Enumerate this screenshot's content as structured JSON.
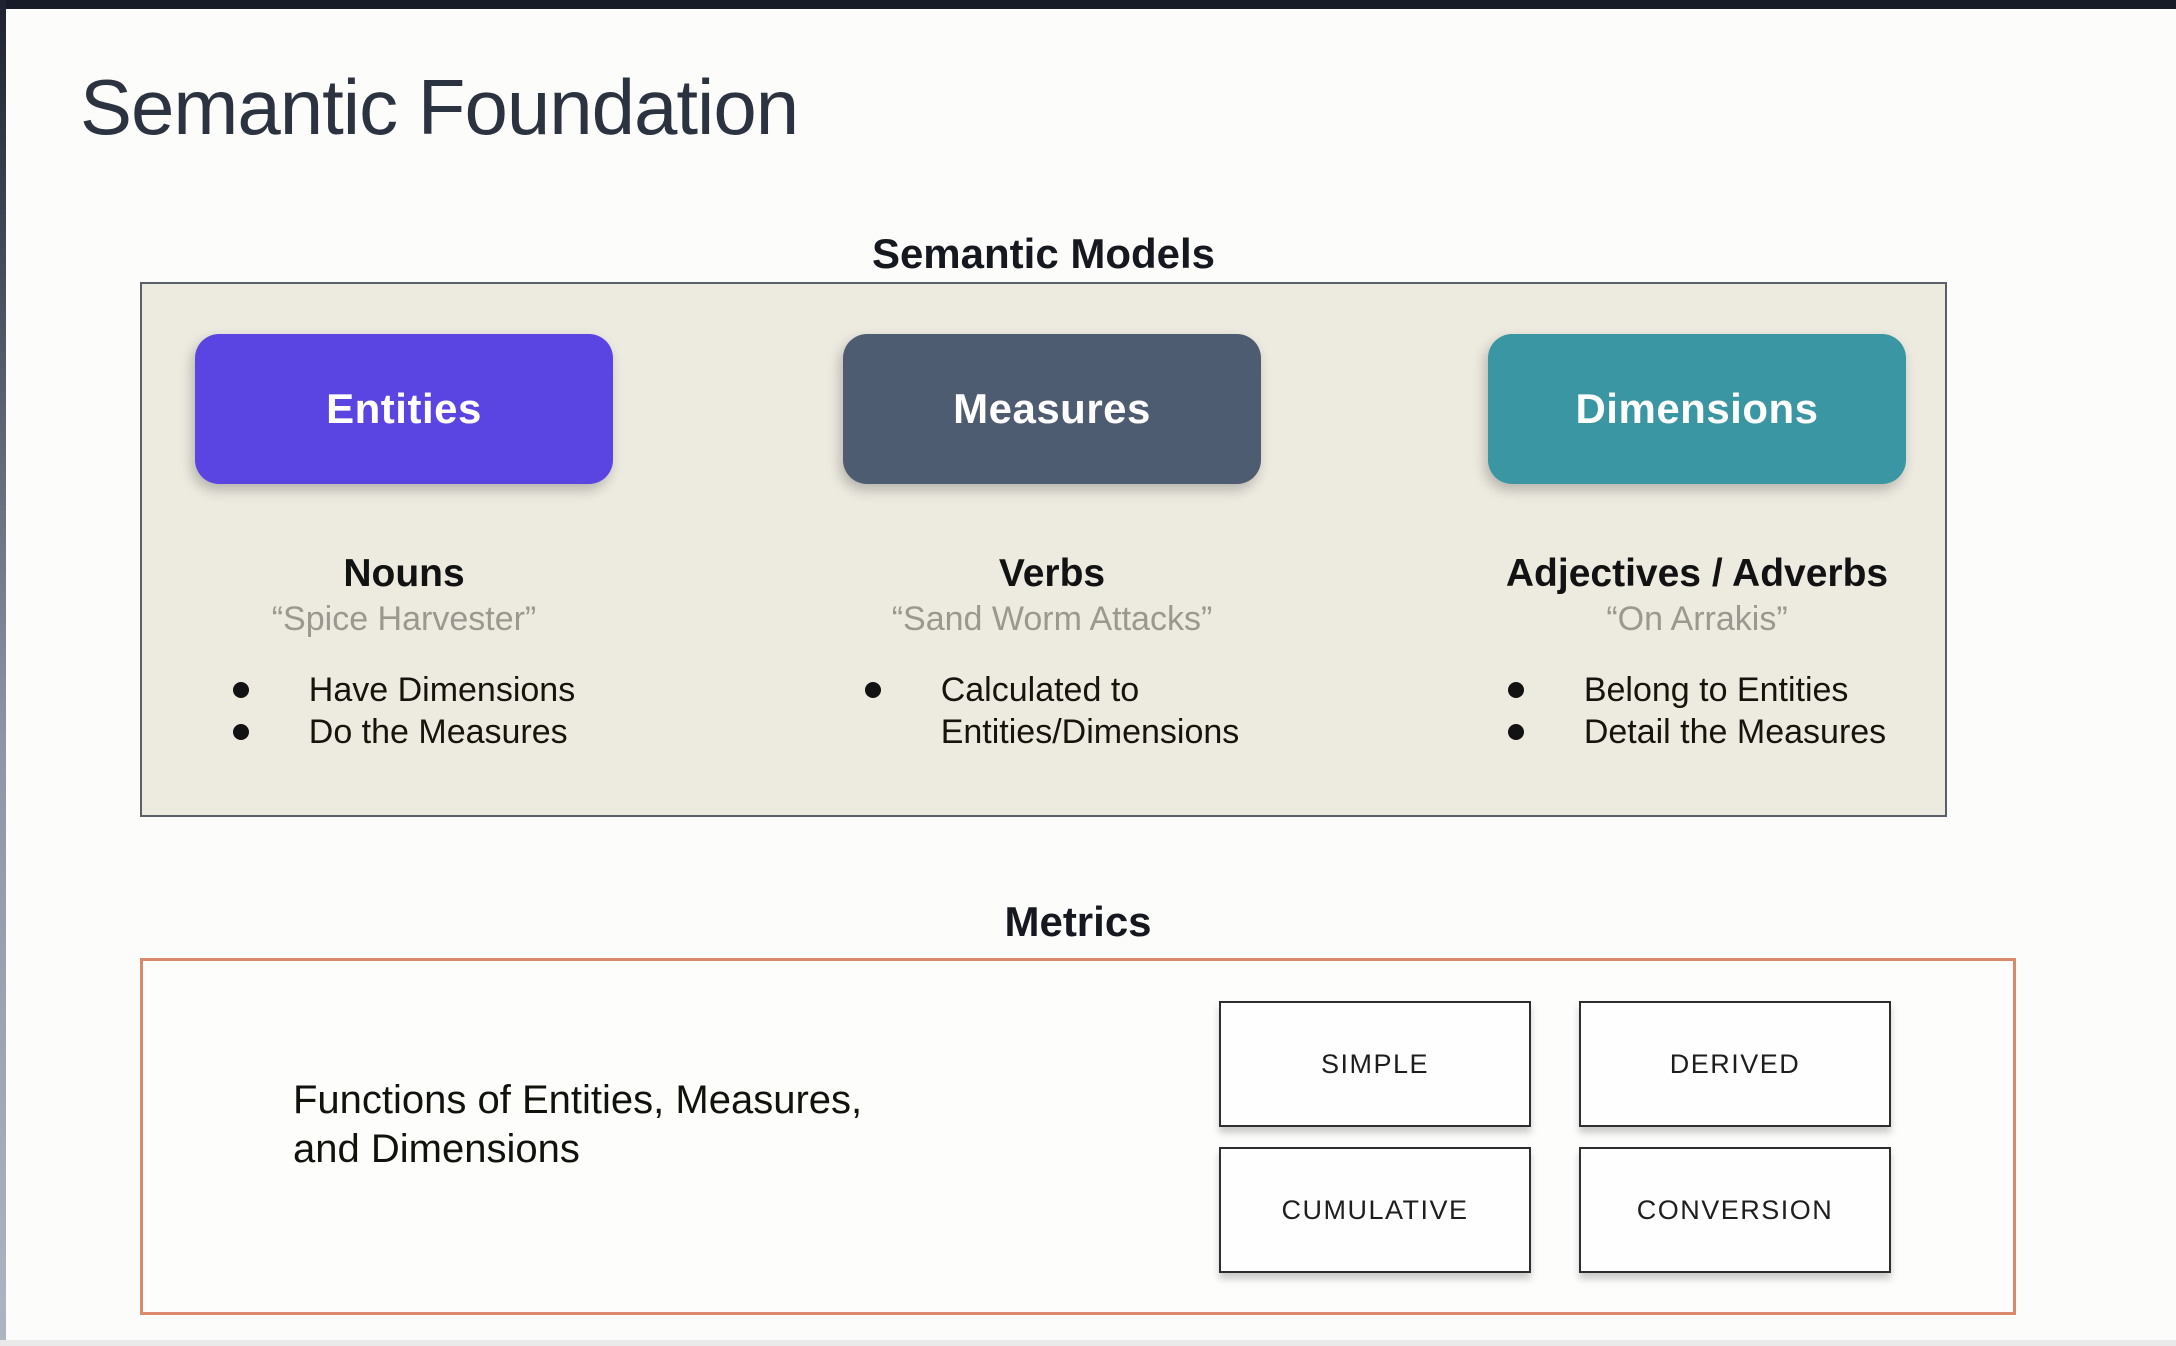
{
  "page": {
    "title": "Semantic Foundation"
  },
  "semantic_models": {
    "heading": "Semantic Models",
    "panel_bg_color": "#edebe0",
    "columns": [
      {
        "box_label": "Entities",
        "box_color": "#5b45e2",
        "heading": "Nouns",
        "quote": "“Spice Harvester”",
        "bullets": [
          "Have Dimensions",
          "Do the Measures"
        ]
      },
      {
        "box_label": "Measures",
        "box_color": "#4e5c72",
        "heading": "Verbs",
        "quote": "“Sand Worm Attacks”",
        "bullets": [
          "Calculated to\nEntities/Dimensions"
        ]
      },
      {
        "box_label": "Dimensions",
        "box_color": "#3a96a2",
        "heading": "Adjectives / Adverbs",
        "quote": "“On Arrakis”",
        "bullets": [
          "Belong to Entities",
          "Detail the Measures"
        ]
      }
    ]
  },
  "metrics": {
    "heading": "Metrics",
    "border_color": "#d98a6d",
    "description_lines": [
      "Functions of Entities, Measures,",
      "and Dimensions"
    ],
    "types": [
      "SIMPLE",
      "DERIVED",
      "CUMULATIVE",
      "CONVERSION"
    ]
  }
}
